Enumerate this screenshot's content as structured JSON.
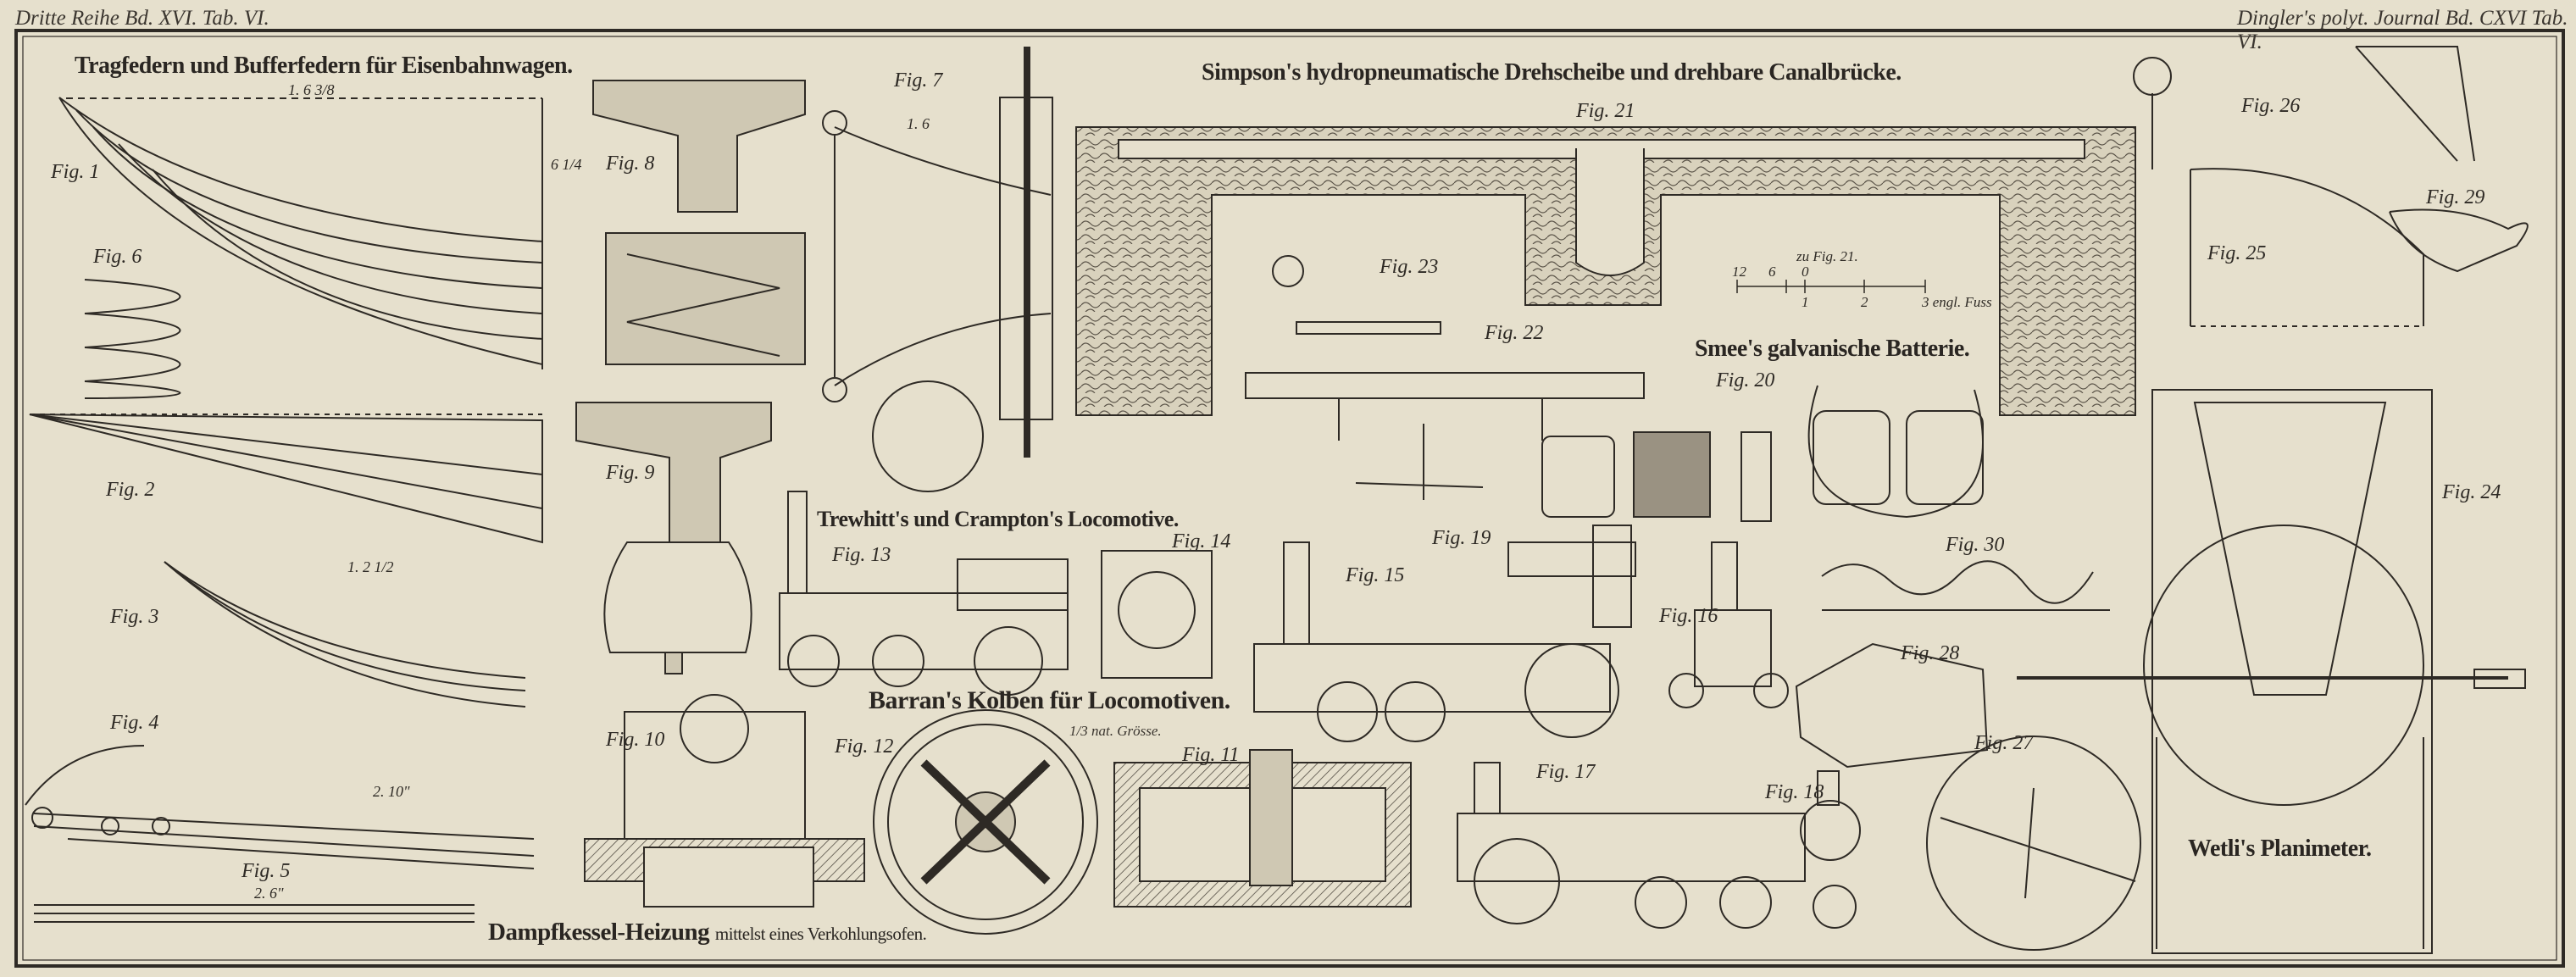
{
  "header": {
    "left": "Dritte Reihe Bd. XVI. Tab. VI.",
    "right": "Dingler's polyt. Journal Bd. CXVI Tab. VI."
  },
  "titles": {
    "springs": "Tragfedern und Bufferfedern für Eisenbahnwagen.",
    "simpson": "Simpson's hydropneumatische Drehscheibe und drehbare Canalbrücke.",
    "trewhitt": "Trewhitt's und Crampton's Locomotive.",
    "barran": "Barran's Kolben für Locomotiven.",
    "barran_scale": "1/3 nat. Grösse.",
    "smee": "Smee's galvanische Batterie.",
    "wetli": "Wetli's Planimeter.",
    "dampf_main": "Dampfkessel-Heizung",
    "dampf_sub": "mittelst eines Verkohlungsofen."
  },
  "scale": {
    "caption": "zu Fig. 21.",
    "ticks_top": [
      "12",
      "6",
      "0"
    ],
    "ticks_bottom": [
      "1",
      "2",
      "3 engl. Fuss"
    ]
  },
  "figures": {
    "f1": "Fig. 1",
    "f2": "Fig. 2",
    "f3": "Fig. 3",
    "f4": "Fig. 4",
    "f5": "Fig. 5",
    "f6": "Fig. 6",
    "f7": "Fig. 7",
    "f8": "Fig. 8",
    "f9": "Fig. 9",
    "f10": "Fig. 10",
    "f11": "Fig. 11",
    "f12": "Fig. 12",
    "f13": "Fig. 13",
    "f14": "Fig. 14",
    "f15": "Fig. 15",
    "f16": "Fig. 16",
    "f17": "Fig. 17",
    "f18": "Fig. 18",
    "f19": "Fig. 19",
    "f20": "Fig. 20",
    "f21": "Fig. 21",
    "f22": "Fig. 22",
    "f23": "Fig. 23",
    "f24": "Fig. 24",
    "f25": "Fig. 25",
    "f26": "Fig. 26",
    "f27": "Fig. 27",
    "f28": "Fig. 28",
    "f29": "Fig. 29",
    "f30": "Fig. 30"
  },
  "dimensions": {
    "fig1_length": "1. 6 3/8",
    "fig1_height": "6 1/4",
    "fig3_length": "1. 2 1/2",
    "fig4_length": "2. 10\"",
    "fig5_length": "2. 6\"",
    "fig7_length": "1. 6"
  },
  "colors": {
    "paper": "#e6e0cd",
    "ink": "#2e2a25"
  }
}
